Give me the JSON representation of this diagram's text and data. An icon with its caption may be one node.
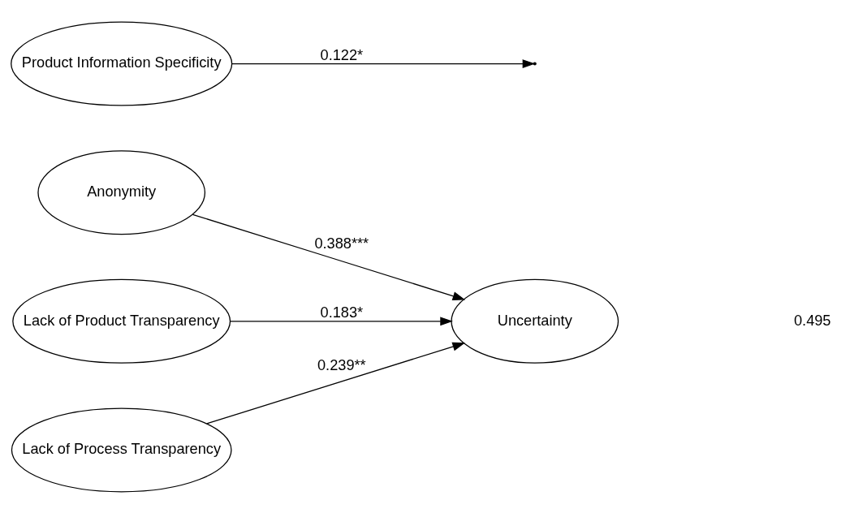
{
  "diagram": {
    "nodes": [
      {
        "text": [
          "Anonymity"
        ]
      },
      {
        "text": [
          "Product Information Specificity"
        ]
      },
      {
        "text": [
          "Lack of Product Transparency"
        ]
      },
      {
        "text": [
          "Uncertainty"
        ]
      },
      {
        "text": [
          "Lack of Process Transparency"
        ]
      }
    ],
    "edges": [
      {
        "from": 0,
        "to": 3,
        "arrow": "to",
        "label": "0.388***"
      },
      {
        "from": 1,
        "to": null,
        "arrow": "to",
        "label": "0.122*"
      },
      {
        "from": 2,
        "to": 3,
        "arrow": "to",
        "label": "0.183*"
      },
      {
        "from": 4,
        "to": 3,
        "arrow": "to",
        "label": "0.239**"
      }
    ],
    "labels": [
      "0.495"
    ]
  }
}
